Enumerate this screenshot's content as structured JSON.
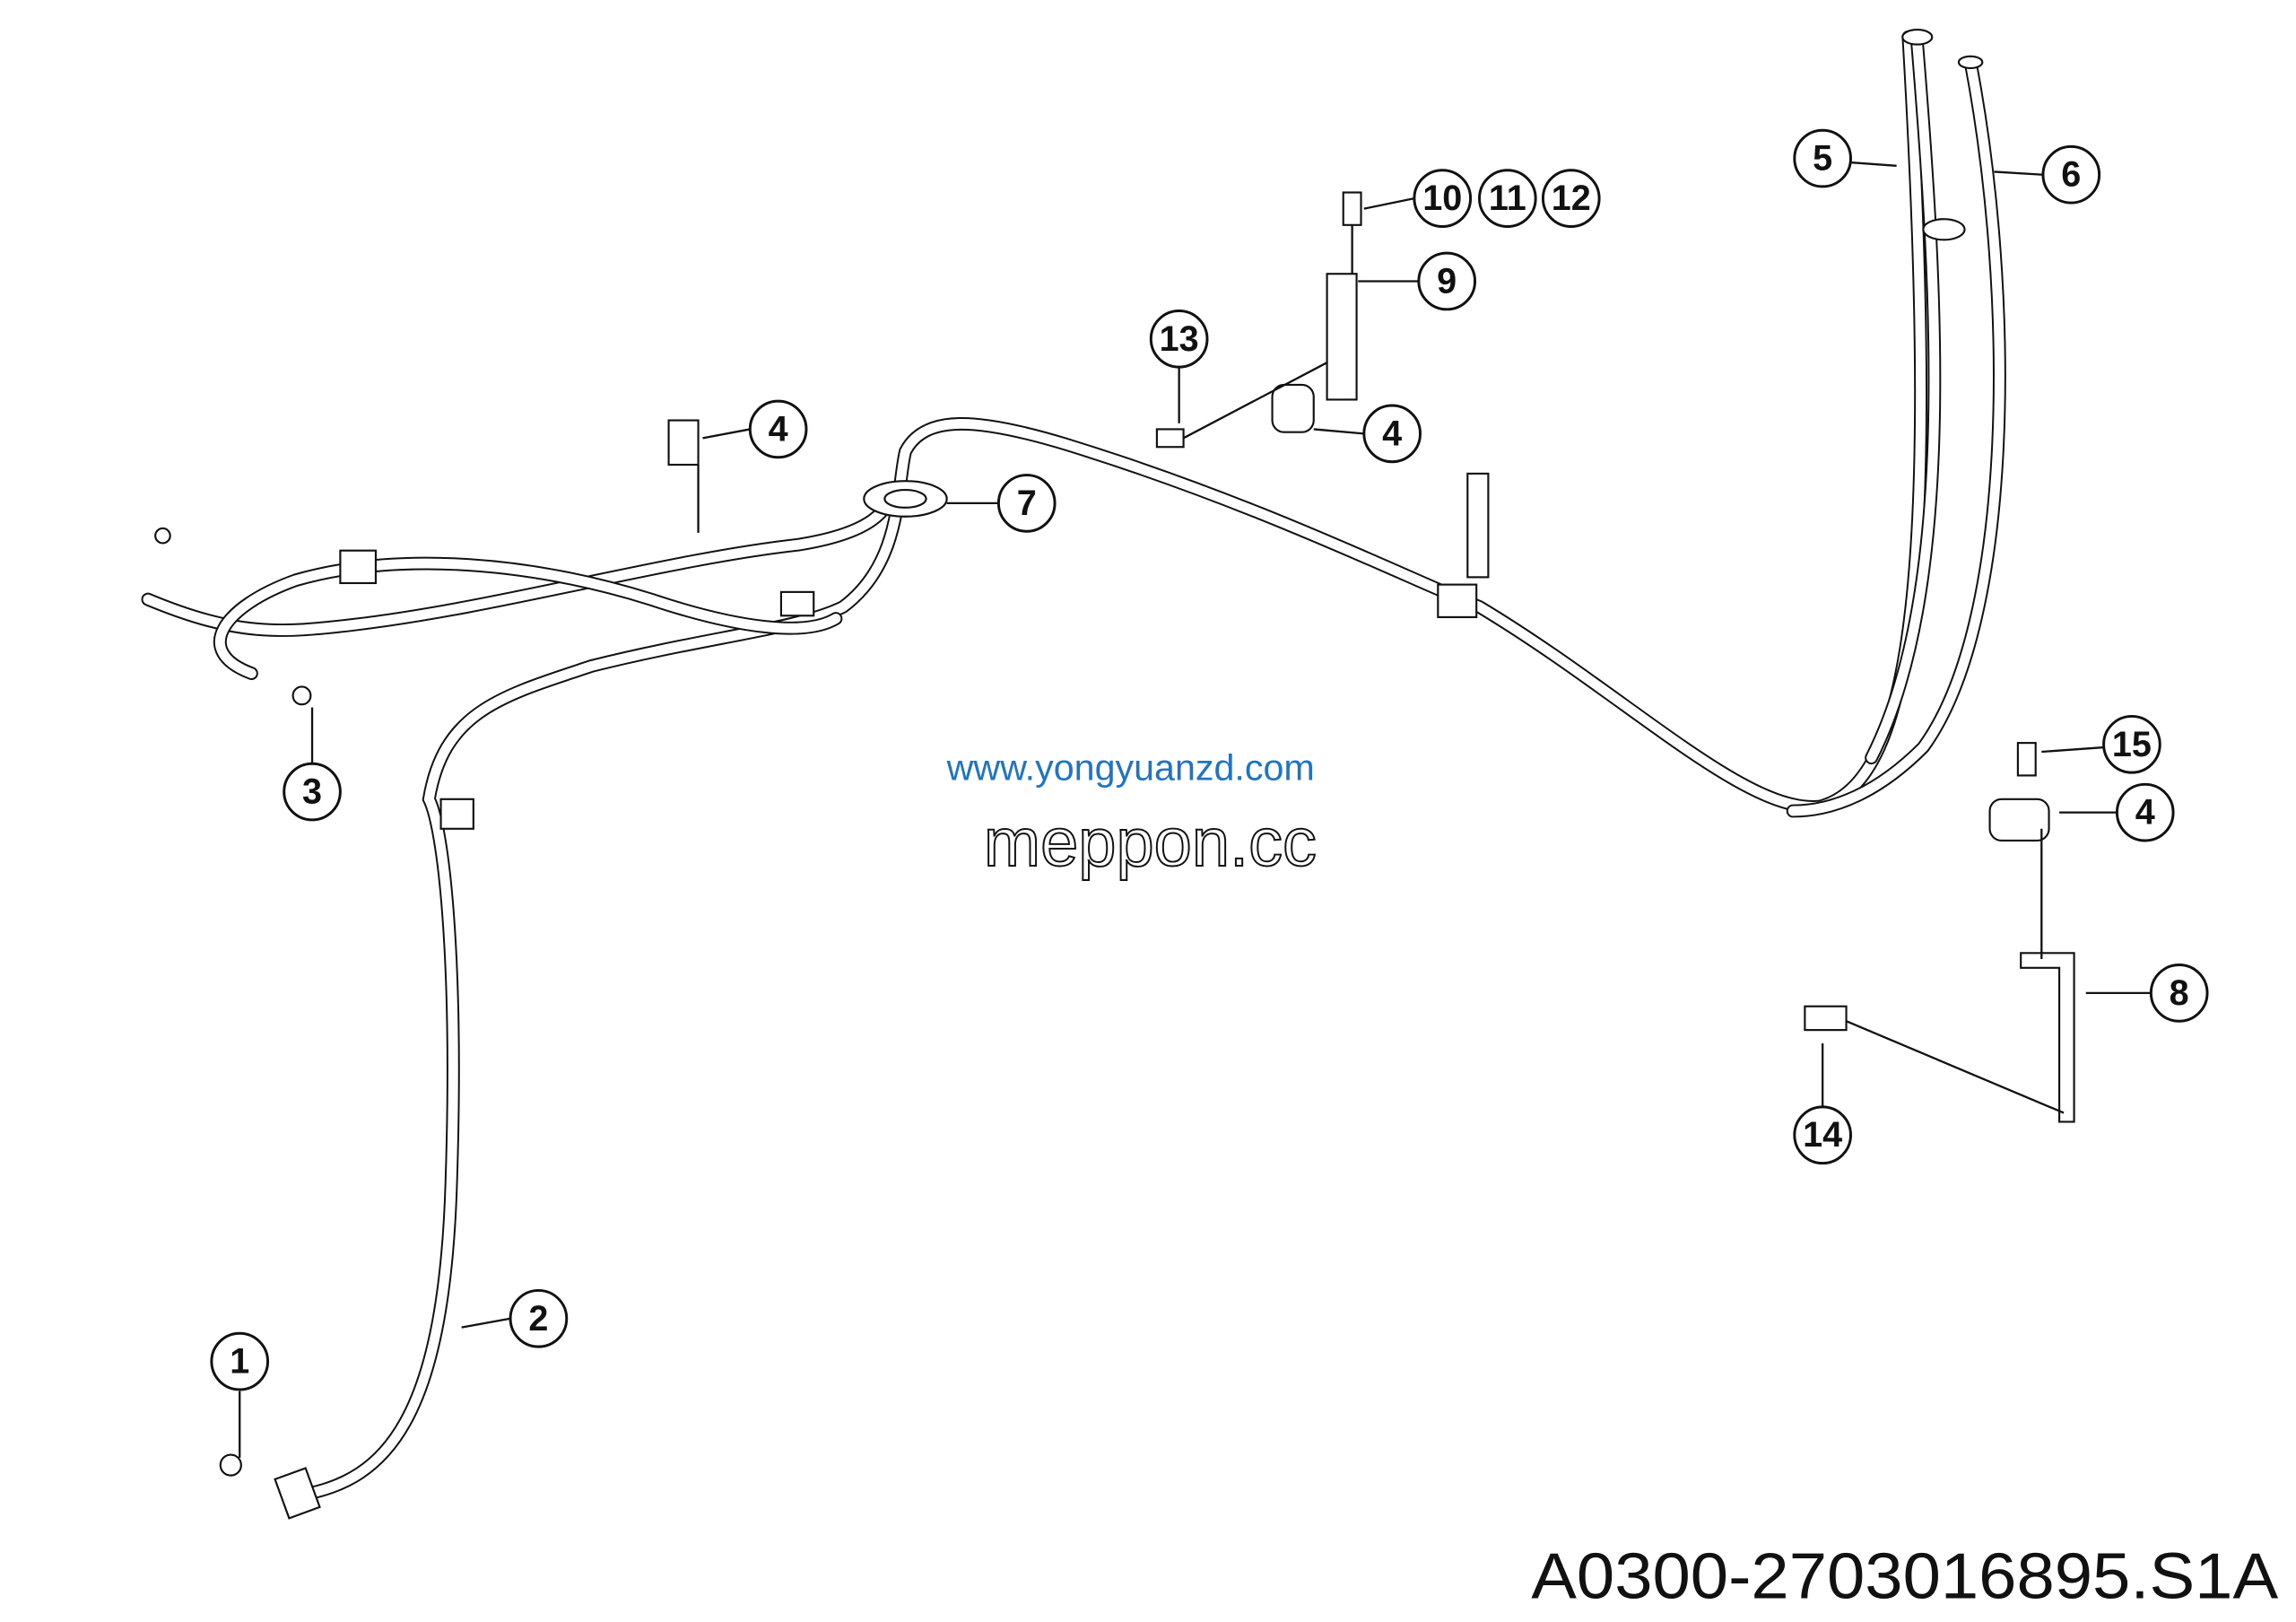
{
  "callouts": [
    {
      "id": "c1",
      "label": "1"
    },
    {
      "id": "c2",
      "label": "2"
    },
    {
      "id": "c3",
      "label": "3"
    },
    {
      "id": "c4a",
      "label": "4"
    },
    {
      "id": "c4b",
      "label": "4"
    },
    {
      "id": "c4c",
      "label": "4"
    },
    {
      "id": "c5",
      "label": "5"
    },
    {
      "id": "c6",
      "label": "6"
    },
    {
      "id": "c7",
      "label": "7"
    },
    {
      "id": "c8",
      "label": "8"
    },
    {
      "id": "c9",
      "label": "9"
    },
    {
      "id": "c10",
      "label": "10"
    },
    {
      "id": "c11",
      "label": "11"
    },
    {
      "id": "c12",
      "label": "12"
    },
    {
      "id": "c13",
      "label": "13"
    },
    {
      "id": "c14",
      "label": "14"
    },
    {
      "id": "c15",
      "label": "15"
    }
  ],
  "watermark": {
    "outline": "meppon.cc",
    "url": "www.yongyuanzd.com"
  },
  "drawing_code": "A0300-2703016895.S1A"
}
